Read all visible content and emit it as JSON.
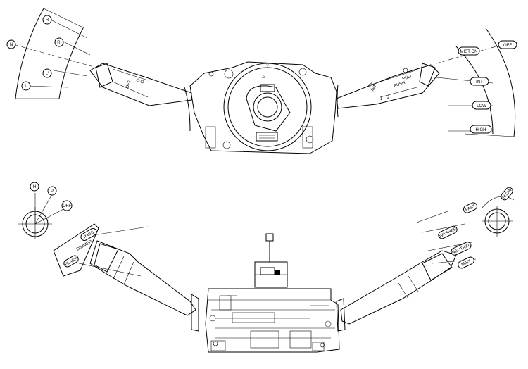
{
  "wiper_positions": [
    "MIST ON",
    "OFF",
    "INT",
    "LOW",
    "HIGH"
  ],
  "turn_positions": [
    "N",
    "R",
    "R'",
    "L'",
    "L"
  ],
  "light_markings": [
    "OFF"
  ],
  "wiper_markings": [
    "PULL",
    "PUSH",
    "INT",
    "OFF",
    "1",
    "2"
  ],
  "headlight_dial": [
    "H",
    "P",
    "OFF"
  ],
  "lighting_lever_positions": [
    "PASS",
    "DIMMER",
    "FLASH"
  ],
  "washer_lever_positions": [
    "WASHER",
    "NEUTRAL",
    "MIST"
  ],
  "washer_dial": [
    "FAST",
    "SLOW"
  ]
}
